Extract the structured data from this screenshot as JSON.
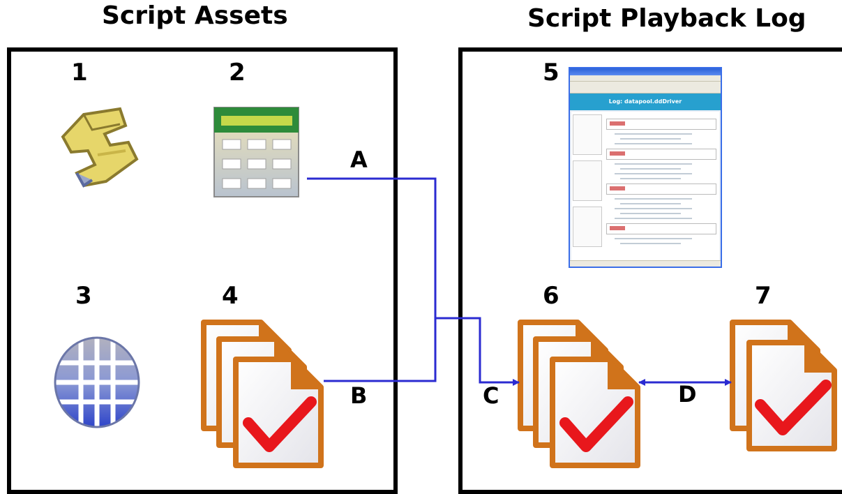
{
  "titles": {
    "assets": "Script Assets",
    "log": "Script Playback Log"
  },
  "numbers": [
    "1",
    "2",
    "3",
    "4",
    "5",
    "6",
    "7"
  ],
  "connectors": {
    "a": "A",
    "b": "B",
    "c": "C",
    "d": "D"
  },
  "browser": {
    "header": "Log: datapool.ddDriver"
  },
  "colors": {
    "connector": "#2b2bd1",
    "document_border": "#d0731b",
    "checkmark": "#e8171c",
    "calculator_green": "#2e8b3a",
    "browser_header": "#27a0cf"
  },
  "icons": {
    "item1": "script-scroll-icon",
    "item2": "datapool-calculator-icon",
    "item3": "object-map-globe-icon",
    "item4": "verification-point-stack-icon",
    "item5": "log-browser-screenshot",
    "item6": "verification-point-stack-icon",
    "item7": "verification-point-pair-icon"
  }
}
